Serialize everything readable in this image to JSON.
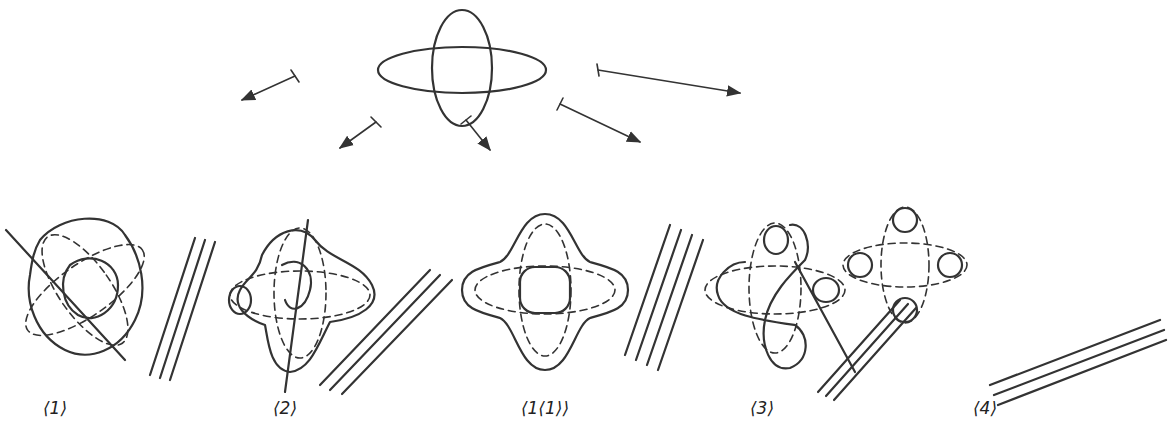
{
  "diagram": {
    "labels": [
      "⟨1⟩",
      "⟨2⟩",
      "⟨1⟨1⟩⟩",
      "⟨3⟩",
      "⟨4⟩"
    ]
  }
}
